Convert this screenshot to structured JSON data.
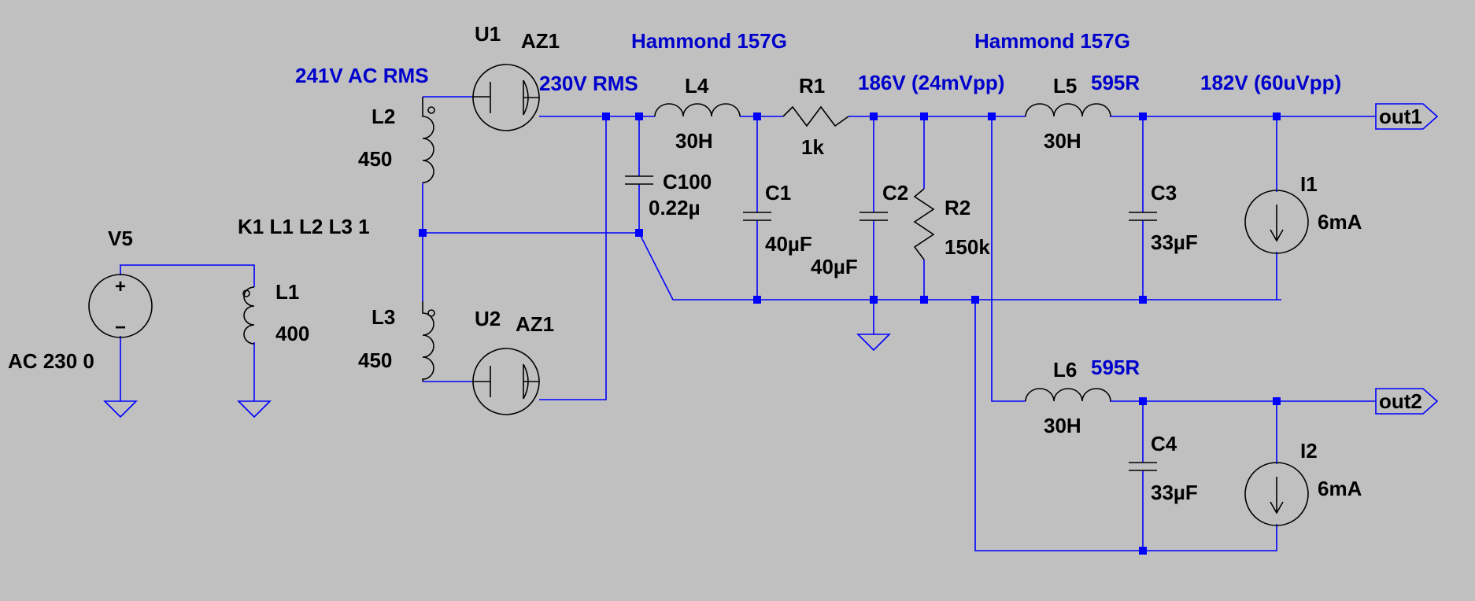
{
  "background_color": "#c0c0c0",
  "wire_color": "#0000ff",
  "component_color": "#000000",
  "annotation_color": "#0000cc",
  "symbols": {
    "plus": "+",
    "minus": "−",
    "arrow_icon": "arrow-down"
  },
  "components": {
    "u1": {
      "ref": "U1",
      "value": "AZ1"
    },
    "u2": {
      "ref": "U2",
      "value": "AZ1"
    },
    "l1": {
      "ref": "L1",
      "value": "400"
    },
    "l2": {
      "ref": "L2",
      "value": "450"
    },
    "l3": {
      "ref": "L3",
      "value": "450"
    },
    "l4": {
      "ref": "L4",
      "value": "30H"
    },
    "l5": {
      "ref": "L5",
      "value": "30H"
    },
    "l6": {
      "ref": "L6",
      "value": "30H"
    },
    "r1": {
      "ref": "R1",
      "value": "1k"
    },
    "r2": {
      "ref": "R2",
      "value": "150k"
    },
    "c100": {
      "ref": "C100",
      "value": "0.22µ"
    },
    "c1": {
      "ref": "C1",
      "value": "40µF"
    },
    "c2": {
      "ref": "C2",
      "value": "40µF"
    },
    "c3": {
      "ref": "C3",
      "value": "33µF"
    },
    "c4": {
      "ref": "C4",
      "value": "33µF"
    },
    "i1": {
      "ref": "I1",
      "value": "6mA"
    },
    "i2": {
      "ref": "I2",
      "value": "6mA"
    },
    "v5": {
      "ref": "V5",
      "value": "AC 230 0"
    }
  },
  "directive": "K1 L1 L2 L3 1",
  "annotations": {
    "secondary_voltage": "241V AC RMS",
    "rectifier_voltage": "230V RMS",
    "choke1_part": "Hammond 157G",
    "choke2_part": "Hammond 157G",
    "node1_voltage": "186V (24mVpp)",
    "l5_resistance": "595R",
    "out1_voltage": "182V (60uVpp)",
    "l6_resistance": "595R"
  },
  "net_labels": {
    "out1": "out1",
    "out2": "out2"
  }
}
